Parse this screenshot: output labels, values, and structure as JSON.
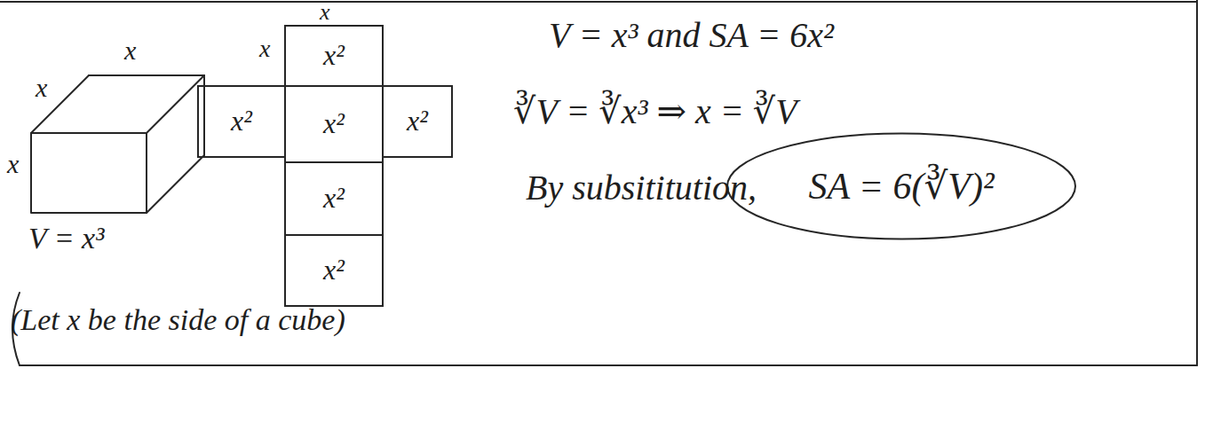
{
  "diagram": {
    "nodes": [
      {
        "text": [
          "x²"
        ]
      },
      {
        "text": [
          "x²"
        ]
      },
      {
        "text": [
          "x²"
        ]
      },
      {
        "text": [
          "x²"
        ]
      },
      {
        "text": [
          "x²"
        ]
      },
      {
        "text": [
          "x²"
        ]
      },
      {
        "text": [
          "SA = 6(∛V)²"
        ]
      }
    ],
    "labels": [
      "x",
      "x",
      "x",
      "V = x³",
      "x",
      "x",
      "V = x³ and SA = 6x²",
      "∛V = ∛x³ ⇒ x = ∛V",
      "By subsititution,",
      "(Let x be the side of a cube)"
    ]
  }
}
